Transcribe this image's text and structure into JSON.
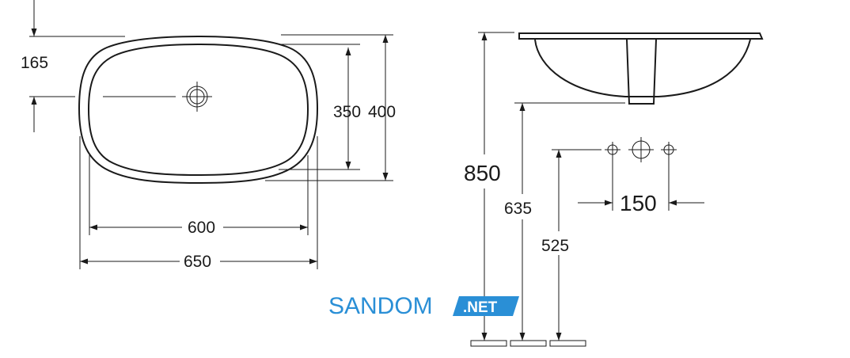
{
  "dimensions": {
    "top_view": {
      "drain_offset": "165",
      "inner_depth": "350",
      "outer_depth": "400",
      "inner_width": "600",
      "outer_width": "650"
    },
    "side_view": {
      "rim_height": "850",
      "bowl_bottom_height": "635",
      "tap_height": "525",
      "tap_spacing": "150"
    }
  },
  "watermark": {
    "brand": "SANDOM",
    "badge": ".NET",
    "brand_color": "#2a8fd6",
    "badge_color": "#2a8fd6"
  }
}
